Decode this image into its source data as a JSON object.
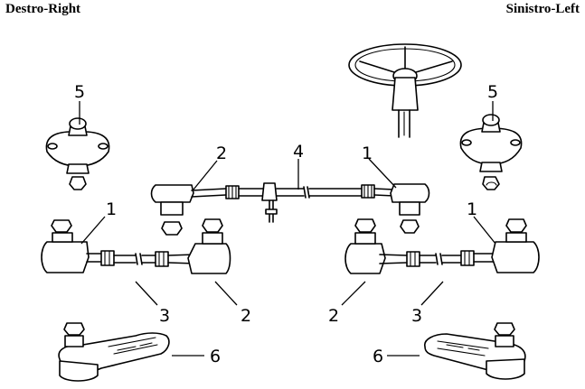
{
  "header": {
    "left_title": "Destro-Right",
    "right_title": "Sinistro-Left"
  },
  "callouts": {
    "joint_left": "5",
    "joint_right": "5",
    "upper_end_center": "1",
    "upper_end_left": "2",
    "steering_rod": "4",
    "lower_end_left": "1",
    "lower_end_right": "1",
    "bottom_left_bar": "3",
    "bottom_left_end": "2",
    "bottom_right_end": "2",
    "bottom_right_bar": "3",
    "arm_left": "6",
    "arm_right": "6"
  }
}
